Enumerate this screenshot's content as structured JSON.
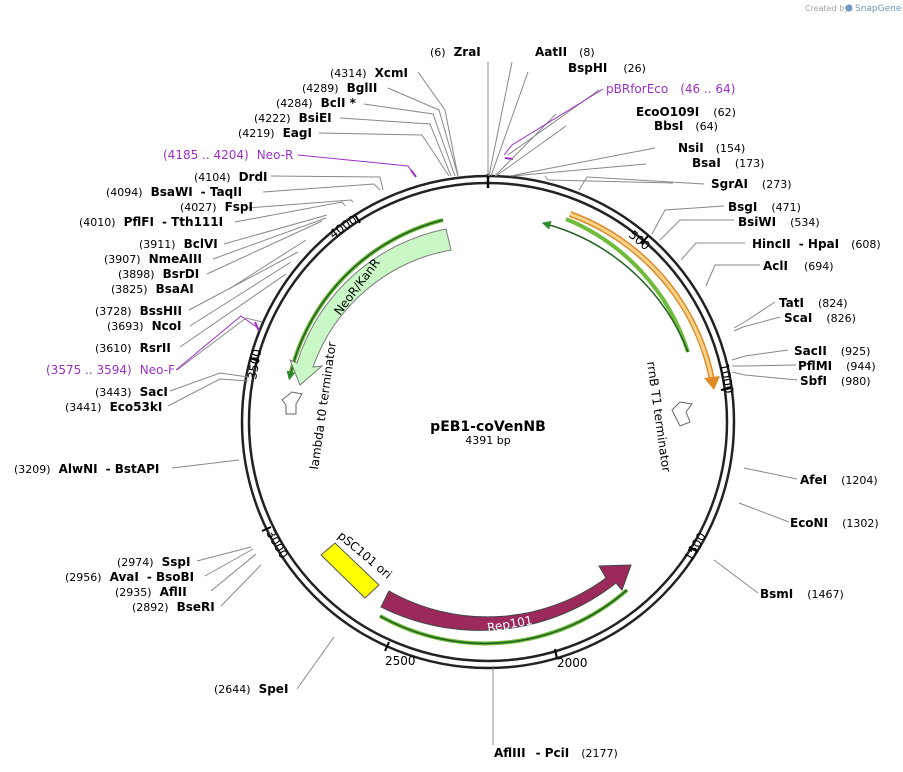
{
  "header": {
    "created_by": "Created by",
    "brand": "SnapGene"
  },
  "map": {
    "name": "pEB1-coVenNB",
    "length": "4391 bp",
    "tick_labels": [
      "500",
      "1000",
      "1500",
      "2000",
      "2500",
      "3000",
      "3500",
      "4000"
    ]
  },
  "features": {
    "neor": "NeoR/KanR",
    "rep101": "Rep101",
    "psc101": "pSC101 ori",
    "rrnb": "rrnB T1 terminator",
    "lambda": "lambda t0 terminator"
  },
  "primers": {
    "pbr": {
      "name": "pBRforEco",
      "range": "(46 .. 64)"
    },
    "neo_r": {
      "name": "Neo-R",
      "range": "(4185 .. 4204)"
    },
    "neo_f": {
      "name": "Neo-F",
      "range": "(3575 .. 3594)"
    }
  },
  "sites_right": [
    {
      "name": "ZraI",
      "pos": "(6)"
    },
    {
      "name": "AatII",
      "pos": "(8)"
    },
    {
      "name": "BspHI",
      "pos": "(26)"
    },
    {
      "name": "EcoO109I",
      "pos": "(62)"
    },
    {
      "name": "BbsI",
      "pos": "(64)"
    },
    {
      "name": "NsiI",
      "pos": "(154)"
    },
    {
      "name": "BsaI",
      "pos": "(173)"
    },
    {
      "name": "SgrAI",
      "pos": "(273)"
    },
    {
      "name": "BsgI",
      "pos": "(471)"
    },
    {
      "name": "BsiWI",
      "pos": "(534)"
    },
    {
      "name": "HincII",
      "name2": "HpaI",
      "pos": "(608)"
    },
    {
      "name": "AclI",
      "pos": "(694)"
    },
    {
      "name": "TatI",
      "pos": "(824)"
    },
    {
      "name": "ScaI",
      "pos": "(826)"
    },
    {
      "name": "SacII",
      "pos": "(925)"
    },
    {
      "name": "PflMI",
      "pos": "(944)"
    },
    {
      "name": "SbfI",
      "pos": "(980)"
    },
    {
      "name": "AfeI",
      "pos": "(1204)"
    },
    {
      "name": "EcoNI",
      "pos": "(1302)"
    },
    {
      "name": "BsmI",
      "pos": "(1467)"
    },
    {
      "name": "AflIII",
      "name2": "PciI",
      "pos": "(2177)"
    }
  ],
  "sites_left": [
    {
      "name": "XcmI",
      "pos": "(4314)"
    },
    {
      "name": "BglII",
      "pos": "(4289)"
    },
    {
      "name": "BclI *",
      "pos": "(4284)"
    },
    {
      "name": "BsiEI",
      "pos": "(4222)"
    },
    {
      "name": "EagI",
      "pos": "(4219)"
    },
    {
      "name": "DrdI",
      "pos": "(4104)"
    },
    {
      "name": "BsaWI",
      "name2": "TaqII",
      "pos": "(4094)"
    },
    {
      "name": "FspI",
      "pos": "(4027)"
    },
    {
      "name": "PflFI",
      "name2": "Tth111I",
      "pos": "(4010)"
    },
    {
      "name": "BclVI",
      "pos": "(3911)"
    },
    {
      "name": "NmeAIII",
      "pos": "(3907)"
    },
    {
      "name": "BsrDI",
      "pos": "(3898)"
    },
    {
      "name": "BsaAI",
      "pos": "(3825)"
    },
    {
      "name": "BssHII",
      "pos": "(3728)"
    },
    {
      "name": "NcoI",
      "pos": "(3693)"
    },
    {
      "name": "RsrII",
      "pos": "(3610)"
    },
    {
      "name": "SacI",
      "pos": "(3443)"
    },
    {
      "name": "Eco53kI",
      "pos": "(3441)"
    },
    {
      "name": "AlwNI",
      "name2": "BstAPI",
      "pos": "(3209)"
    },
    {
      "name": "SspI",
      "pos": "(2974)"
    },
    {
      "name": "AvaI",
      "name2": "BsoBI",
      "pos": "(2956)"
    },
    {
      "name": "AflII",
      "pos": "(2935)"
    },
    {
      "name": "BseRI",
      "pos": "(2892)"
    },
    {
      "name": "SpeI",
      "pos": "(2644)"
    }
  ]
}
